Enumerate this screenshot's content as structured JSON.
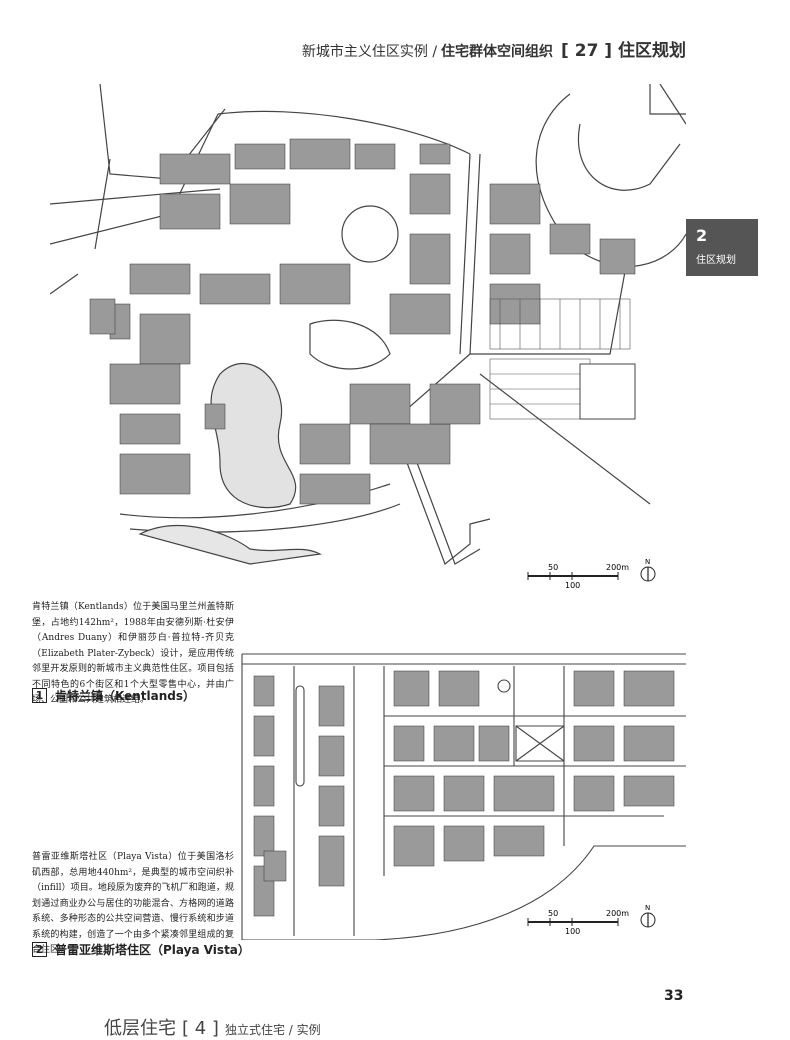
{
  "header": {
    "left": "新城市主义住区实例 /",
    "middle": "住宅群体空间组织",
    "chapter": "[ 27 ] 住区规划"
  },
  "side_tab": {
    "number": "2",
    "label": "住区规划"
  },
  "figure1": {
    "caption": "肯特兰镇（Kentlands）位于美国马里兰州盖特斯堡，占地约142hm²，1988年由安德列斯·杜安伊（Andres Duany）和伊丽莎白·普拉特-齐贝克（Elizabeth Plater-Zybeck）设计，是应用传统邻里开发原则的新城市主义典范性住区。项目包括不同特色的6个街区和1个大型零售中心，并由广场、公园和公共建筑相连结。",
    "number": "1",
    "title": "肯特兰镇（Kentlands）",
    "scale": {
      "l50": "50",
      "l200": "200m",
      "l100": "100",
      "north": "N"
    }
  },
  "figure2": {
    "caption": "普雷亚维斯塔社区（Playa Vista）位于美国洛杉矶西部，总用地440hm²，是典型的城市空间织补（infill）项目。地段原为废弃的飞机厂和跑道，规划通过商业办公与居住的功能混合、方格网的道路系统、多种形态的公共空间营造、慢行系统和步道系统的构建，创造了一个由多个紧凑邻里组成的复合住区。",
    "number": "2",
    "title": "普雷亚维斯塔住区（Playa Vista）",
    "scale": {
      "l50": "50",
      "l200": "200m",
      "l100": "100",
      "north": "N"
    }
  },
  "page_number": "33",
  "footer": {
    "title": "低层住宅",
    "chapter": "[ 4 ]",
    "sub": "独立式住宅 / 实例"
  },
  "colors": {
    "tab_bg": "#555555",
    "building": "#9a9a9a",
    "water": "#e2e2e2",
    "line": "#444444"
  }
}
